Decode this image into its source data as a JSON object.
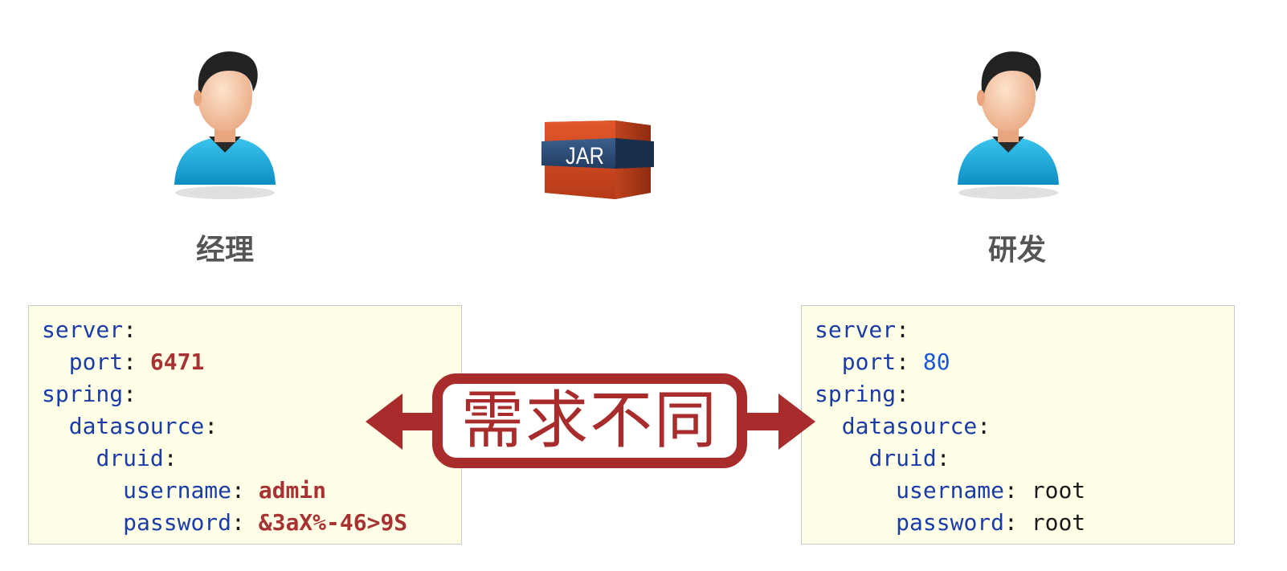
{
  "roles": {
    "left": "经理",
    "right": "研发"
  },
  "jar": {
    "label": "JAR"
  },
  "center_text": "需求不同",
  "configs": {
    "left": {
      "server_key": "server",
      "port_key": "port",
      "port_value": "6471",
      "spring_key": "spring",
      "datasource_key": "datasource",
      "druid_key": "druid",
      "username_key": "username",
      "username_value": "admin",
      "password_key": "password",
      "password_value": "&3aX%-46>9S"
    },
    "right": {
      "server_key": "server",
      "port_key": "port",
      "port_value": "80",
      "spring_key": "spring",
      "datasource_key": "datasource",
      "druid_key": "druid",
      "username_key": "username",
      "username_value": "root",
      "password_key": "password",
      "password_value": "root"
    }
  },
  "colors": {
    "accent_red": "#a92c2c",
    "key_blue": "#1a3ca8",
    "box_bg": "#ffffe8"
  }
}
